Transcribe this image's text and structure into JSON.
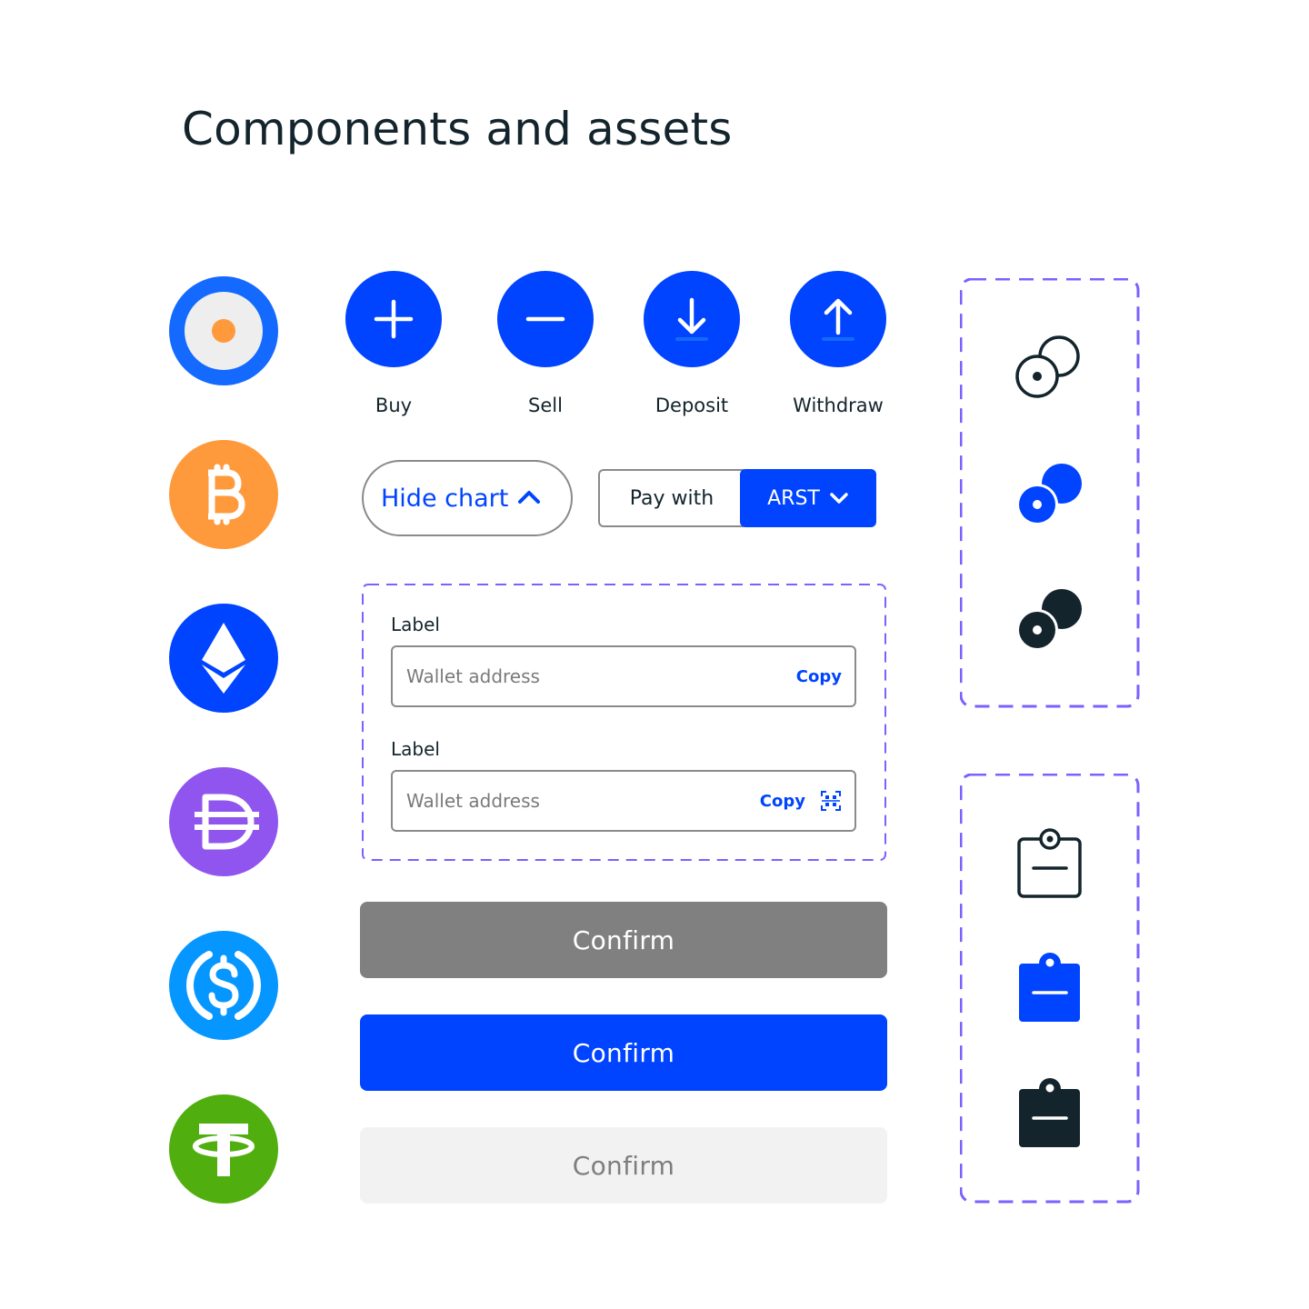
{
  "page": {
    "title": "Components and assets"
  },
  "colors": {
    "brand_blue": "#0044ff",
    "text_dark": "#13242c",
    "dash_purple": "#7b61ff",
    "btc_orange": "#ff9a3c",
    "eth_blue": "#0044ff",
    "dai_purple": "#9055ee",
    "usdc_blue": "#0596ff",
    "usdt_green": "#50af0e",
    "logo_blue": "#1469ff",
    "logo_dot": "#ff9a3c"
  },
  "coins": [
    {
      "icon": "app-logo-icon"
    },
    {
      "icon": "bitcoin-icon"
    },
    {
      "icon": "ethereum-icon"
    },
    {
      "icon": "dai-icon"
    },
    {
      "icon": "usdc-icon"
    },
    {
      "icon": "tether-icon"
    }
  ],
  "actions": [
    {
      "label": "Buy",
      "icon": "plus-icon"
    },
    {
      "label": "Sell",
      "icon": "minus-icon"
    },
    {
      "label": "Deposit",
      "icon": "arrow-down-icon"
    },
    {
      "label": "Withdraw",
      "icon": "arrow-up-icon"
    }
  ],
  "hide_chart": {
    "label": "Hide chart",
    "icon": "chevron-up-icon"
  },
  "pay_with": {
    "label": "Pay with",
    "selected": "ARST",
    "icon": "chevron-down-icon"
  },
  "fields": [
    {
      "label": "Label",
      "placeholder": "Wallet address",
      "value": "",
      "action": "Copy"
    },
    {
      "label": "Label",
      "placeholder": "Wallet address",
      "value": "",
      "action": "Copy",
      "extra_icon": "qr-scan-icon"
    }
  ],
  "confirm_buttons": [
    {
      "label": "Confirm",
      "state": "disabled-dark"
    },
    {
      "label": "Confirm",
      "state": "active"
    },
    {
      "label": "Confirm",
      "state": "disabled-light"
    }
  ],
  "coin_icons": [
    {
      "icon": "coins-outline-icon"
    },
    {
      "icon": "coins-blue-icon"
    },
    {
      "icon": "coins-dark-icon"
    }
  ],
  "clipboard_icons": [
    {
      "icon": "clipboard-outline-icon"
    },
    {
      "icon": "clipboard-blue-icon"
    },
    {
      "icon": "clipboard-dark-icon"
    }
  ]
}
